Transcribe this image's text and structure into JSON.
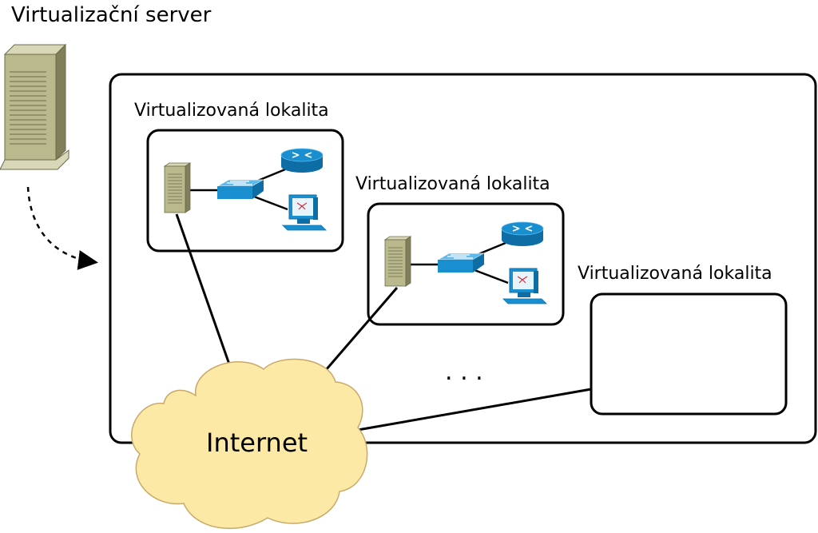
{
  "server_title": "Virtualizační server",
  "sites": [
    {
      "label": "Virtualizovaná lokalita"
    },
    {
      "label": "Virtualizovaná lokalita"
    },
    {
      "label": "Virtualizovaná lokalita"
    }
  ],
  "ellipsis": ". . .",
  "internet_label": "Internet",
  "colors": {
    "cloud_fill": "#fde9a6",
    "cloud_stroke": "#c8a96a",
    "device_blue": "#1a8fd0",
    "server_body": "#b9b98d"
  },
  "icons": [
    "server-tower-icon",
    "switch-icon",
    "router-icon",
    "workstation-icon",
    "cloud-icon"
  ]
}
